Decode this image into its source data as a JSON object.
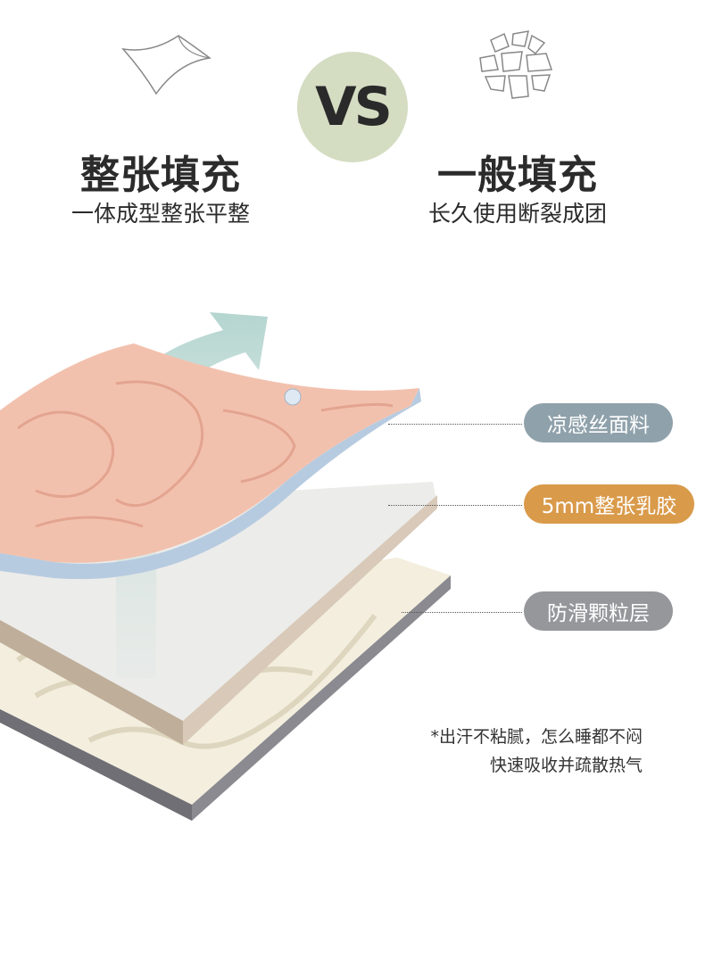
{
  "left": {
    "icon": "whole-sheet-icon",
    "title": "整张填充",
    "subtitle": "一体成型整张平整"
  },
  "vs_label": "VS",
  "right": {
    "icon": "broken-pieces-icon",
    "title": "一般填充",
    "subtitle": "长久使用断裂成团"
  },
  "layers": [
    {
      "label": "凉感丝面料",
      "color": "#8fa1ab"
    },
    {
      "label": "5mm整张乳胶",
      "color": "#d99a4a"
    },
    {
      "label": "防滑颗粒层",
      "color": "#96979b"
    }
  ],
  "note": {
    "line1": "*出汗不粘腻，怎么睡都不闷",
    "line2": "快速吸收并疏散热气"
  }
}
